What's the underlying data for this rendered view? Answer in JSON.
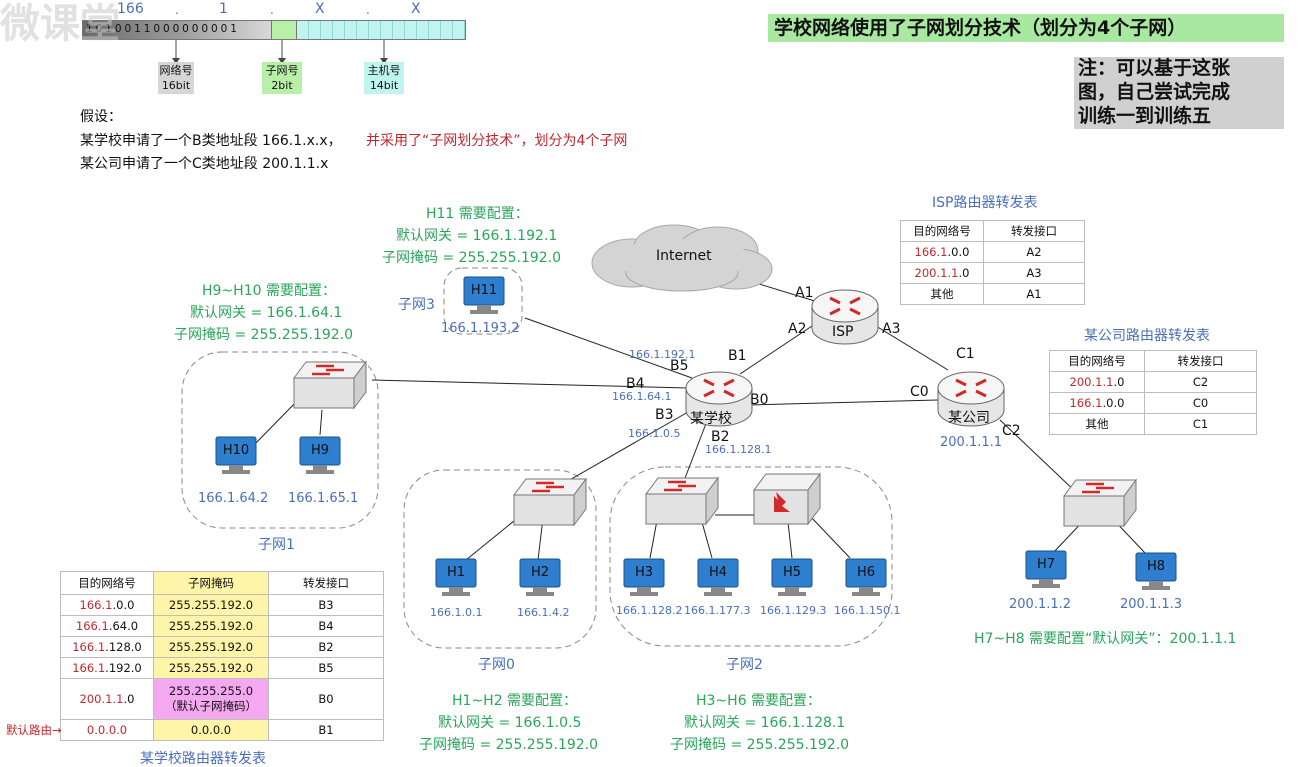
{
  "bit_layout": {
    "header": {
      "b16": "166",
      "b1": "1",
      "x1": "X",
      "x2": "X",
      "dot1": ".",
      "dot2": "."
    },
    "bits_prefix": "1 0 1 0 0 1 1 0 0 0 0 0 0 0 0 1",
    "labels": [
      {
        "name": "网络号",
        "size": "16bit"
      },
      {
        "name": "子网号",
        "size": "2bit"
      },
      {
        "name": "主机号",
        "size": "14bit"
      }
    ],
    "watermark": "微课堂"
  },
  "title": "学校网络使用了子网划分技术（划分为4个子网）",
  "note": {
    "line1": "注：可以基于这张",
    "line2": "图，自己尝试完成",
    "line3": "训练一到训练五"
  },
  "assumptions": {
    "heading": "假设：",
    "line1_a": "某学校申请了一个B类地址段 166.1.x.x，",
    "line1_b": "并采用了“子网划分技术”，划分为4个子网",
    "line2": "某公司申请了一个C类地址段 200.1.1.x"
  },
  "config_notes": {
    "h11": {
      "title": "H11 需要配置：",
      "gw": "默认网关 = 166.1.192.1",
      "mask": "子网掩码 = 255.255.192.0"
    },
    "h9h10": {
      "title": "H9~H10 需要配置：",
      "gw": "默认网关 = 166.1.64.1",
      "mask": "子网掩码 = 255.255.192.0"
    },
    "h1h2": {
      "title": "H1~H2 需要配置：",
      "gw": "默认网关 = 166.1.0.5",
      "mask": "子网掩码 = 255.255.192.0"
    },
    "h3h6": {
      "title": "H3~H6 需要配置：",
      "gw": "默认网关 = 166.1.128.1",
      "mask": "子网掩码 = 255.255.192.0"
    },
    "h7h8": "H7~H8 需要配置“默认网关”：200.1.1.1"
  },
  "nodes": {
    "internet": "Internet",
    "isp": "ISP",
    "school": "某学校",
    "company": "某公司",
    "company_ip": "200.1.1.1"
  },
  "interfaces": {
    "a1": "A1",
    "a2": "A2",
    "a3": "A3",
    "b0": "B0",
    "b1": "B1",
    "b2": "B2",
    "b3": "B3",
    "b4": "B4",
    "b5": "B5",
    "c0": "C0",
    "c1": "C1",
    "c2": "C2",
    "b5_ip": "166.1.192.1",
    "b4_ip": "166.1.64.1",
    "b3_ip": "166.1.0.5",
    "b2_ip": "166.1.128.1"
  },
  "hosts": {
    "h1": {
      "label": "H1",
      "ip": "166.1.0.1"
    },
    "h2": {
      "label": "H2",
      "ip": "166.1.4.2"
    },
    "h3": {
      "label": "H3",
      "ip": "166.1.128.2"
    },
    "h4": {
      "label": "H4",
      "ip": "166.1.177.3"
    },
    "h5": {
      "label": "H5",
      "ip": "166.1.129.3"
    },
    "h6": {
      "label": "H6",
      "ip": "166.1.150.1"
    },
    "h7": {
      "label": "H7",
      "ip": "200.1.1.2"
    },
    "h8": {
      "label": "H8",
      "ip": "200.1.1.3"
    },
    "h9": {
      "label": "H9",
      "ip": "166.1.65.1"
    },
    "h10": {
      "label": "H10",
      "ip": "166.1.64.2"
    },
    "h11": {
      "label": "H11",
      "ip": "166.1.193.2"
    }
  },
  "subnets": {
    "s0": "子网0",
    "s1": "子网1",
    "s2": "子网2",
    "s3": "子网3"
  },
  "isp_table": {
    "title": "ISP路由器转发表",
    "headers": [
      "目的网络号",
      "转发接口"
    ],
    "rows": [
      {
        "net_a": "166.1",
        "net_b": ".0.0",
        "port": "A2"
      },
      {
        "net_a": "200.1.1",
        "net_b": ".0",
        "port": "A3"
      },
      {
        "net_a": "",
        "net_b": "其他",
        "port": "A1"
      }
    ]
  },
  "company_table": {
    "title": "某公司路由器转发表",
    "headers": [
      "目的网络号",
      "转发接口"
    ],
    "rows": [
      {
        "net_a": "200.1.1",
        "net_b": ".0",
        "port": "C2"
      },
      {
        "net_a": "166.1",
        "net_b": ".0.0",
        "port": "C0"
      },
      {
        "net_a": "",
        "net_b": "其他",
        "port": "C1"
      }
    ]
  },
  "school_table": {
    "title": "某学校路由器转发表",
    "headers": [
      "目的网络号",
      "子网掩码",
      "转发接口"
    ],
    "rows": [
      {
        "net_a": "166.1",
        "net_b": ".0.0",
        "mask": "255.255.192.0",
        "port": "B3"
      },
      {
        "net_a": "166.1",
        "net_b": ".64.0",
        "mask": "255.255.192.0",
        "port": "B4"
      },
      {
        "net_a": "166.1",
        "net_b": ".128.0",
        "mask": "255.255.192.0",
        "port": "B2"
      },
      {
        "net_a": "166.1",
        "net_b": ".192.0",
        "mask": "255.255.192.0",
        "port": "B5"
      },
      {
        "net_a": "200.1.1",
        "net_b": ".0",
        "mask": "255.255.255.0",
        "mask2": "（默认子网掩码）",
        "port": "B0"
      },
      {
        "net_a": "",
        "net_b": "0.0.0.0",
        "mask": "0.0.0.0",
        "port": "B1"
      }
    ],
    "default_route_label": "默认路由→"
  },
  "colors": {
    "green": "#2aa55a",
    "blue": "#4a6fb8",
    "red": "#c0282d",
    "title_bg": "#a8e8a0",
    "note_bg": "#d0d0d0",
    "mask_col": "#fff5a8",
    "default_mask": "#f4a8f0"
  }
}
